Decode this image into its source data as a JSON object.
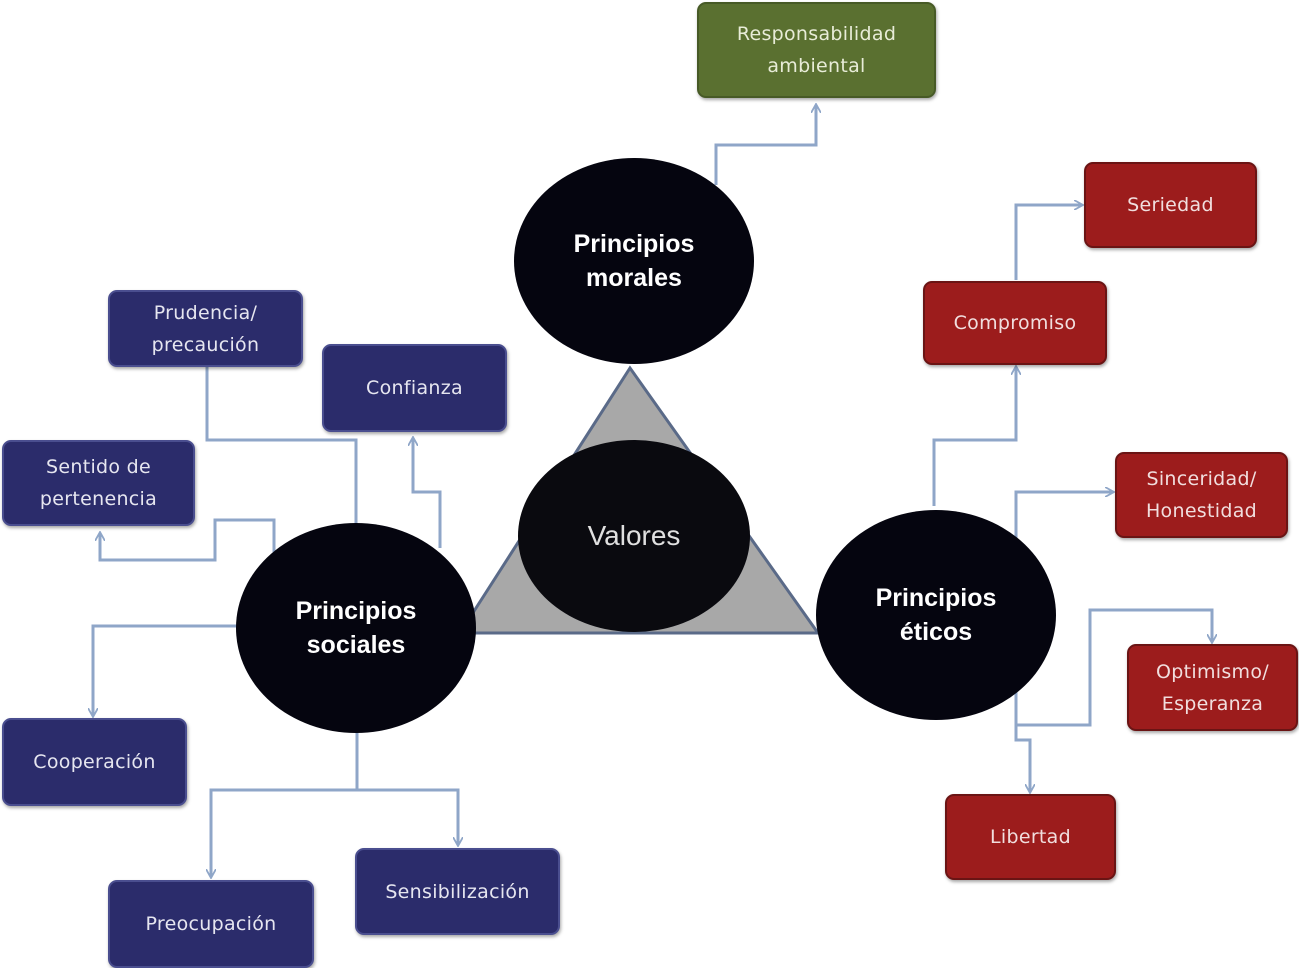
{
  "center": "Valores",
  "nodes": {
    "morales": "Principios\nmorales",
    "sociales": "Principios\nsociales",
    "eticos": "Principios\néticos"
  },
  "moral_values": {
    "responsabilidad": "Responsabilidad\nambiental"
  },
  "social_values": {
    "prudencia": "Prudencia/\nprecaución",
    "confianza": "Confianza",
    "sentido": "Sentido de\npertenencia",
    "cooperacion": "Cooperación",
    "preocupacion": "Preocupación",
    "sensibilizacion": "Sensibilización"
  },
  "ethical_values": {
    "seriedad": "Seriedad",
    "compromiso": "Compromiso",
    "sinceridad": "Sinceridad/\nHonestidad",
    "optimismo": "Optimismo/\nEsperanza",
    "libertad": "Libertad"
  },
  "colors": {
    "social": "#2b2c6b",
    "etico": "#9c1c1c",
    "moral": "#5a7030",
    "connector": "#8fa6c8",
    "triangle": "#a8a8a8"
  }
}
